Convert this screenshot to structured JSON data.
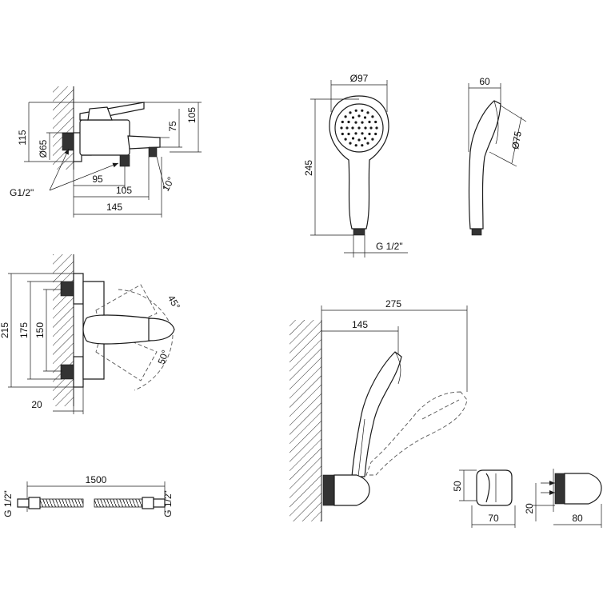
{
  "labels": {
    "mixer_front": {
      "d115": "115",
      "d75": "75",
      "d105_v": "105",
      "d65": "Ø65",
      "d95": "95",
      "d105_h": "105",
      "d145": "145",
      "angle10": "10°",
      "thread": "G1/2\""
    },
    "mixer_top": {
      "d215": "215",
      "d175": "175",
      "d150": "150",
      "d20": "20",
      "angle45": "45°",
      "angle50": "50°"
    },
    "hose": {
      "length": "1500",
      "left_thread": "G 1/2\"",
      "right_thread": "G 1/2\""
    },
    "handshower_front": {
      "d97": "Ø97",
      "d245": "245",
      "thread": "G 1/2\""
    },
    "handshower_side": {
      "d60": "60",
      "d75": "Ø75"
    },
    "holder_install": {
      "d275": "275",
      "d145": "145"
    },
    "holder_front": {
      "d50": "50",
      "d70": "70"
    },
    "holder_side": {
      "d20": "20",
      "d80": "80"
    }
  },
  "colors": {
    "line": "#1a1a1a",
    "background": "#ffffff",
    "ghost": "#555555"
  }
}
